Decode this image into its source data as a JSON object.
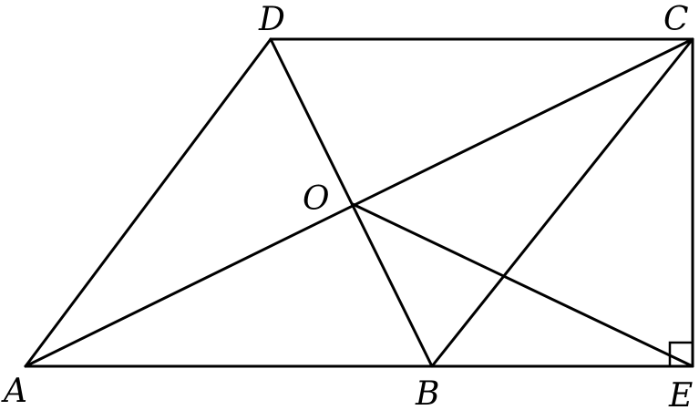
{
  "figure": {
    "points": {
      "A": {
        "label": "A"
      },
      "B": {
        "label": "B"
      },
      "C": {
        "label": "C"
      },
      "D": {
        "label": "D"
      },
      "E": {
        "label": "E"
      },
      "O": {
        "label": "O"
      }
    },
    "segments": [
      "AB",
      "BE",
      "EC",
      "CD",
      "DA",
      "AC",
      "DB",
      "BC",
      "OE"
    ],
    "right_angle_at": "E",
    "stroke_color": "#000000",
    "background": "#ffffff"
  }
}
